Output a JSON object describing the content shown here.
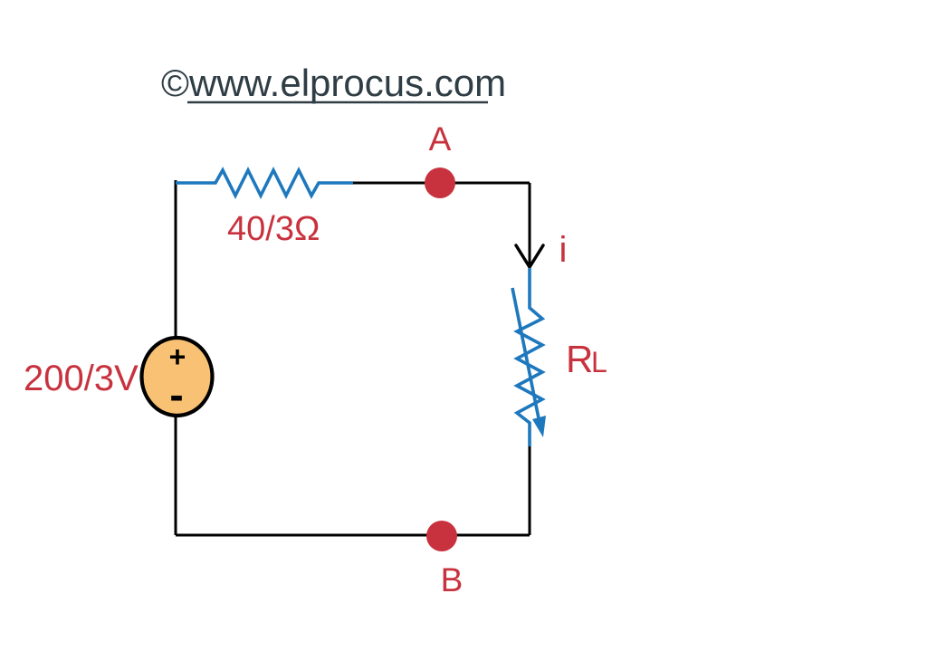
{
  "colors": {
    "wire": "#000000",
    "blue": "#1d78bd",
    "red": "#c8323e",
    "orange": "#f8c173",
    "dark": "#2f3d45",
    "background": "#ffffff"
  },
  "watermark": {
    "copyright": "©",
    "site": "www.elprocus.com"
  },
  "circuit": {
    "source": {
      "label": "200/3V",
      "plus": "+",
      "minus": "-"
    },
    "series_resistor": {
      "label": "40/3Ω"
    },
    "load_resistor": {
      "label_main": "R",
      "label_sub": "L"
    },
    "current": {
      "label": "i"
    },
    "node_a": {
      "label": "A"
    },
    "node_b": {
      "label": "B"
    }
  }
}
